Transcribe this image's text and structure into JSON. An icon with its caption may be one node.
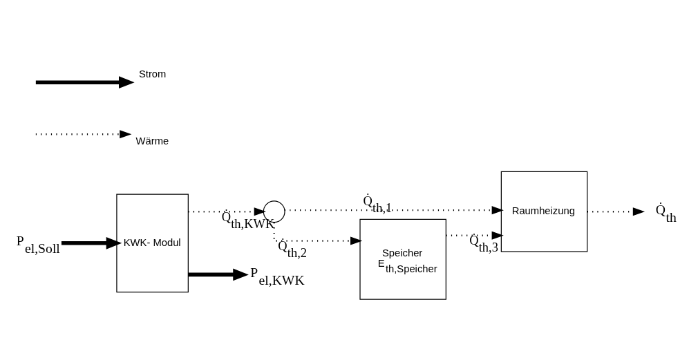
{
  "diagram": {
    "nodes": [
      {
        "text": [
          "P$_{el,Soll}$"
        ]
      },
      {
        "text": [
          "KWK- Modul"
        ]
      },
      {
        "text": [],
        "shape": "circle"
      },
      {
        "text": [
          "Raumheizung"
        ]
      },
      {
        "text": [
          "Speicher",
          "E$_{th,Speicher}$"
        ]
      },
      {
        "text": [
          "P$_{el,KWK}$"
        ]
      },
      {
        "text": [
          "Q̇$_{th}$"
        ]
      }
    ],
    "edges": [
      {
        "from": 0,
        "to": 1,
        "arrow": "to",
        "style": "thick"
      },
      {
        "from": 1,
        "to": 5,
        "arrow": "to",
        "style": "thick"
      },
      {
        "from": 1,
        "to": 2,
        "arrow": "to",
        "label": "Q̇$_{th,KWK}$",
        "style": "dashed"
      },
      {
        "from": 2,
        "to": 3,
        "arrow": "to",
        "label": "Q̇$_{th,1}$",
        "style": "dashed"
      },
      {
        "from": 2,
        "to": 4,
        "arrow": "to",
        "label": "Q̇$_{th,2}$",
        "style": "dashed"
      },
      {
        "from": 4,
        "to": 3,
        "arrow": "to",
        "label": "Q̇$_{th,3}$",
        "style": "dashed"
      },
      {
        "from": 3,
        "to": 6,
        "arrow": "to",
        "style": "dashed"
      }
    ],
    "legend": [
      {
        "text": "Strom"
      },
      {
        "text": "Wärme"
      }
    ]
  }
}
